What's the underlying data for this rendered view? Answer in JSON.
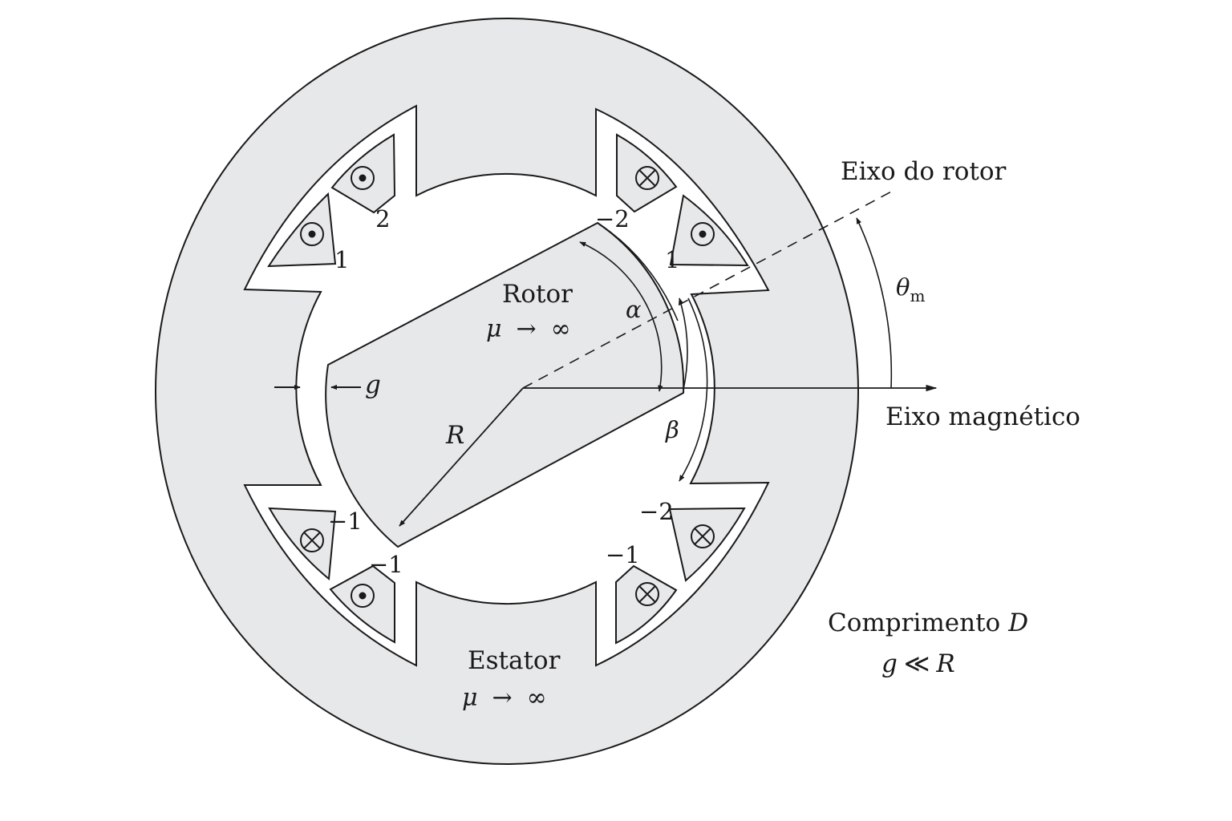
{
  "labels": {
    "rotor_axis": "Eixo do rotor",
    "magnetic_axis": "Eixo magnético",
    "theta": "θ",
    "theta_sub": "m",
    "rotor_title": "Rotor",
    "rotor_mu_symbol": "μ",
    "rotor_mu_arrow": "→",
    "rotor_mu_inf": "∞",
    "stator_title": "Estator",
    "stator_mu_symbol": "μ",
    "stator_mu_arrow": "→",
    "stator_mu_inf": "∞",
    "gap": "g",
    "radius": "R",
    "alpha": "α",
    "beta": "β",
    "length_prefix": "Comprimento",
    "length_var": "D",
    "cond_g": "g",
    "cond_op": "≪",
    "cond_R": "R"
  },
  "coil_labels": {
    "ul_1": "1",
    "ul_2": "2",
    "ur_m2": "−2",
    "ur_1": "1",
    "ll_m1a": "−1",
    "ll_m1b": "−1",
    "lr_m2": "−2",
    "lr_m1": "−1"
  },
  "colors": {
    "stator_fill": "#e7e8ea",
    "rotor_fill": "#e7e8ea",
    "line": "#1a1a1a",
    "background": "#ffffff"
  },
  "coil_symbols": {
    "ul_outer": "dot",
    "ul_inner": "dot",
    "ur_inner": "cross",
    "ur_outer": "dot",
    "ll_outer": "cross",
    "ll_inner": "dot",
    "lr_inner": "cross",
    "lr_outer": "cross"
  }
}
